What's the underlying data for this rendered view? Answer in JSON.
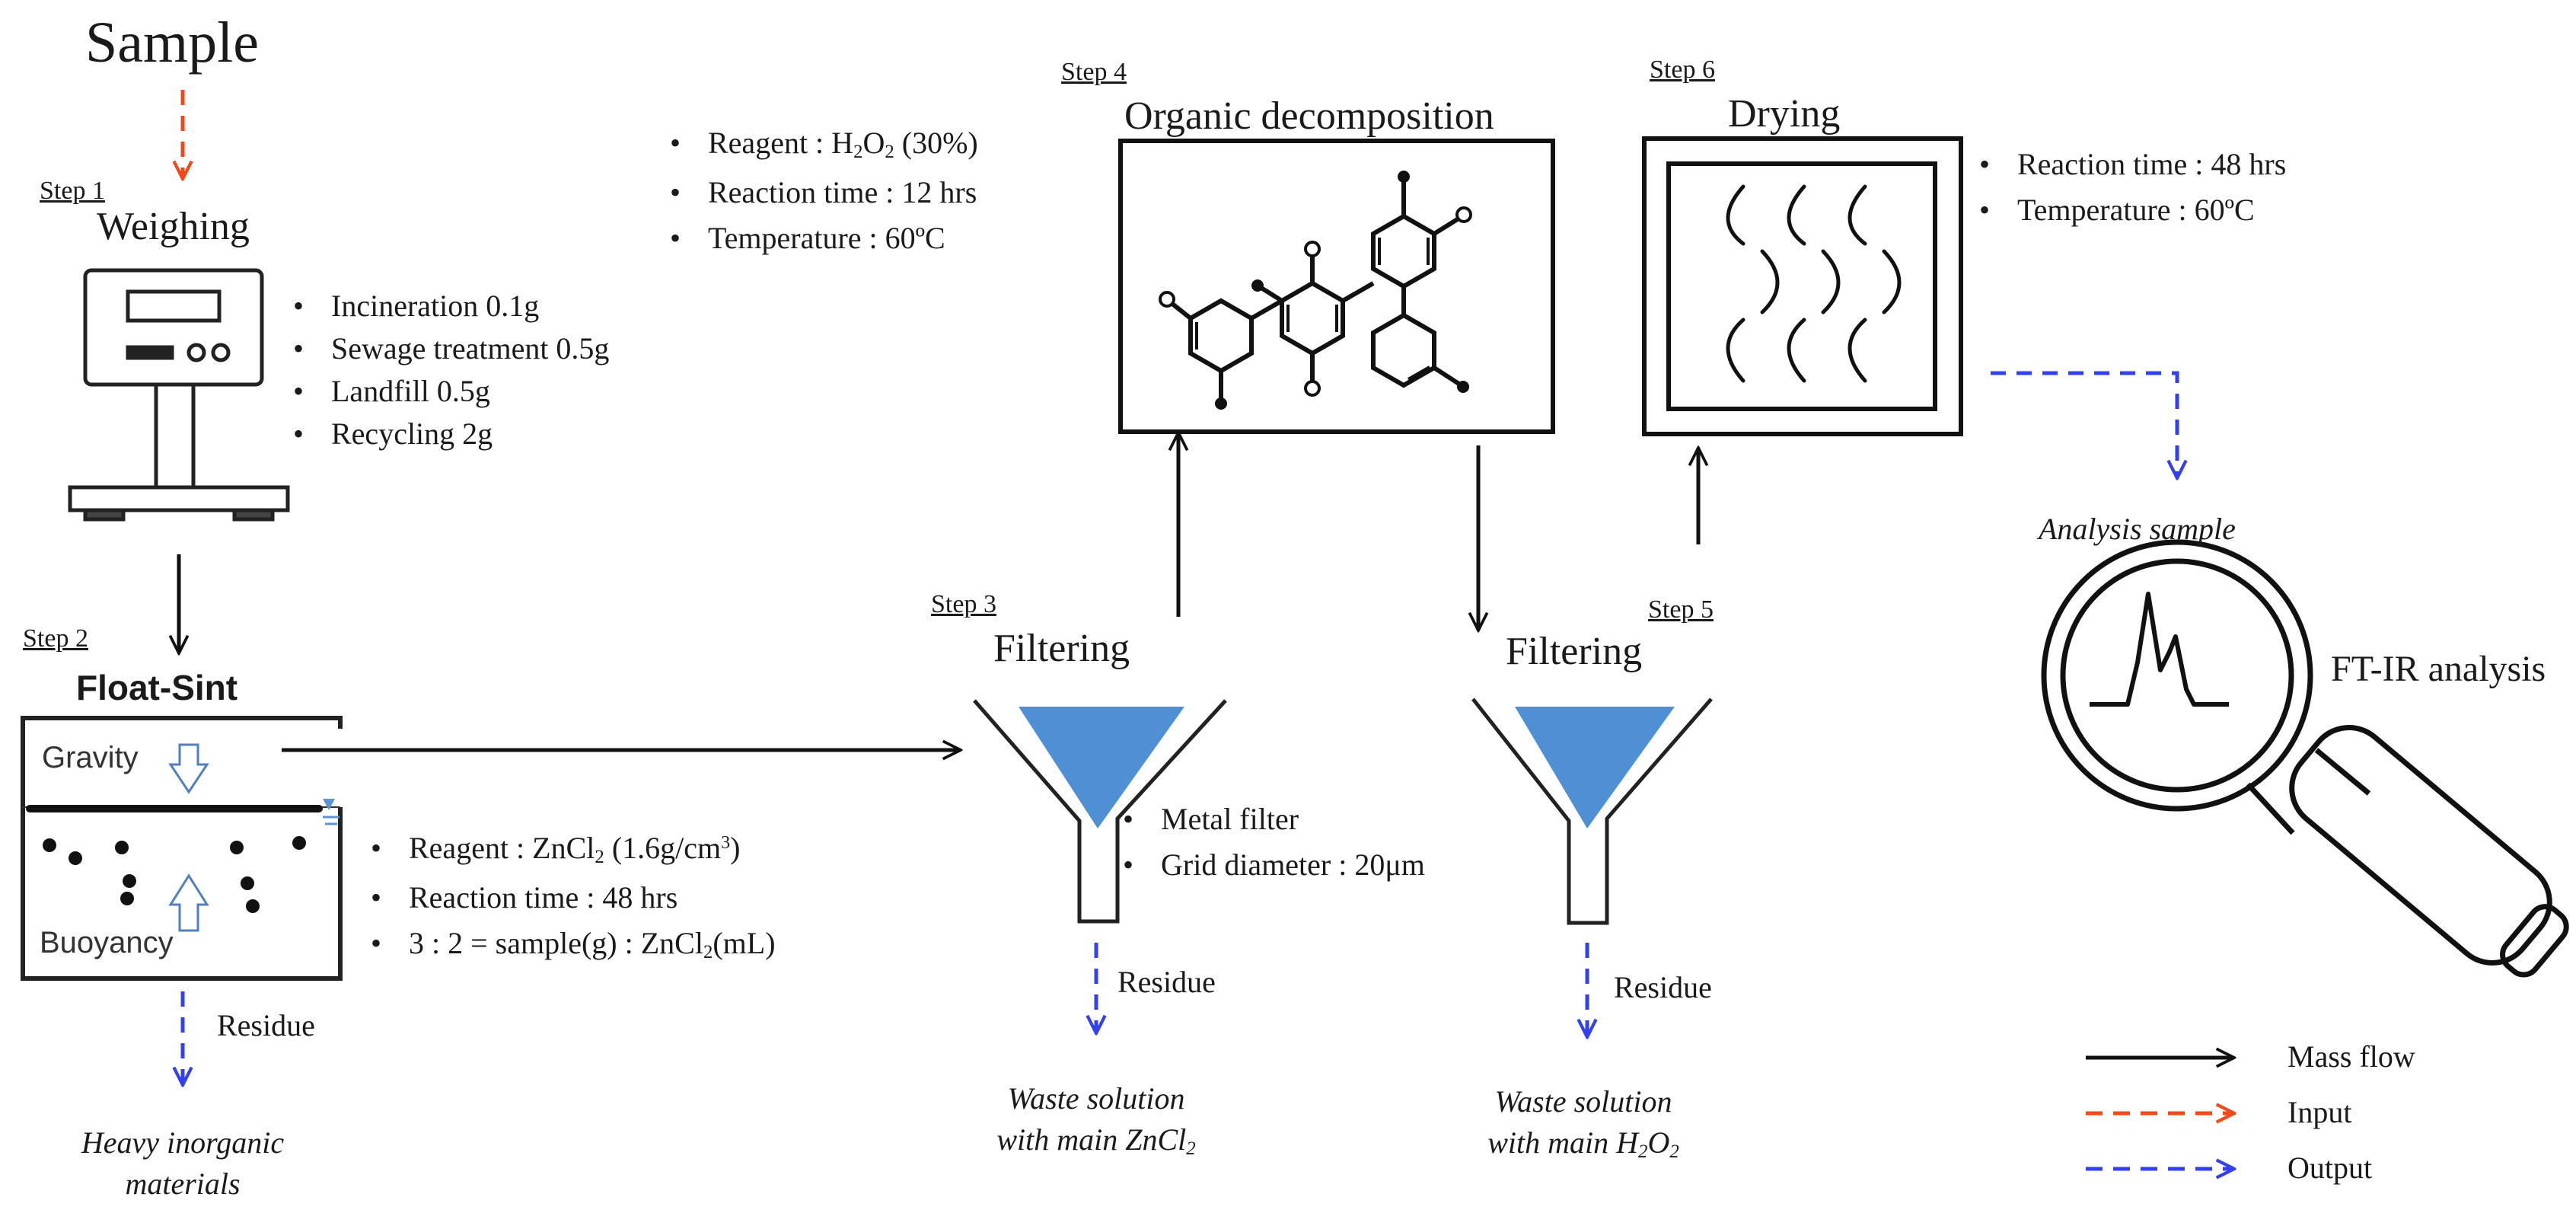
{
  "sample_label": "Sample",
  "step1": {
    "num": "Step 1",
    "title": "Weighing",
    "items": [
      "Incineration 0.1g",
      "Sewage treatment 0.5g",
      "Landfill 0.5g",
      "Recycling 2g"
    ]
  },
  "step2": {
    "num": "Step 2",
    "title": "Float-Sint",
    "gravity": "Gravity",
    "buoyancy": "Buoyancy",
    "residue": "Residue",
    "output": "Heavy inorganic materials",
    "reagent_prefix": "Reagent : ZnCl",
    "reagent_sub": "2",
    "reagent_suffix": " (1.6g/cm",
    "reagent_sup": "3",
    "reagent_close": ")",
    "time": "Reaction time : 48 hrs",
    "ratio_prefix": "3 : 2 = sample(g) : ZnCl",
    "ratio_sub": "2",
    "ratio_suffix": "(mL)"
  },
  "step3": {
    "num": "Step 3",
    "title": "Filtering",
    "items": [
      "Metal filter",
      "Grid diameter : 20μm"
    ],
    "residue": "Residue",
    "output_line1": "Waste solution",
    "output_line2_prefix": "with main ZnCl",
    "output_line2_sub": "2"
  },
  "step4": {
    "num": "Step 4",
    "title": "Organic decomposition",
    "reagent_prefix": "Reagent : H",
    "reagent_sub1": "2",
    "reagent_mid": "O",
    "reagent_sub2": "2",
    "reagent_suffix": " (30%)",
    "time": "Reaction time : 12 hrs",
    "temp": "Temperature : 60ºC"
  },
  "step5": {
    "num": "Step 5",
    "title": "Filtering",
    "residue": "Residue",
    "output_line1": "Waste solution",
    "output_line2_prefix": "with main H",
    "output_line2_sub1": "2",
    "output_line2_mid": "O",
    "output_line2_sub2": "2"
  },
  "step6": {
    "num": "Step 6",
    "title": "Drying",
    "time": "Reaction time : 48 hrs",
    "temp": "Temperature : 60ºC"
  },
  "analysis_sample": "Analysis sample",
  "ftir": "FT-IR analysis",
  "legend": {
    "mass_flow": "Mass flow",
    "input": "Input",
    "output": "Output"
  },
  "colors": {
    "mass_flow": "#111111",
    "input": "#f04a1a",
    "output": "#3340f0",
    "water": "#5b93d3",
    "funnel_fill": "#4f8fd4"
  }
}
